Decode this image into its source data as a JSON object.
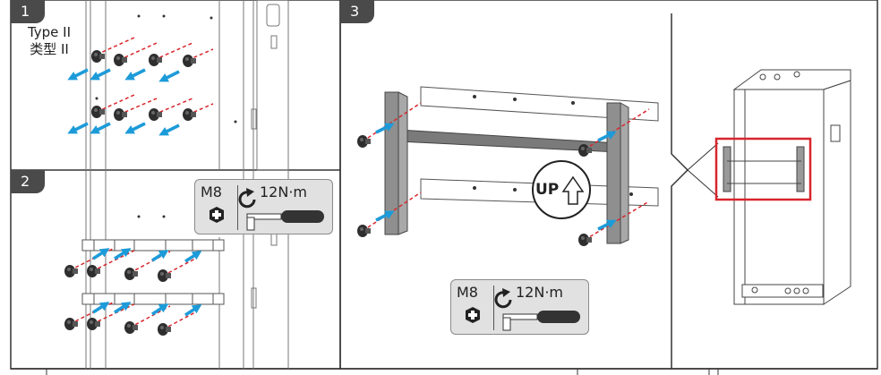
{
  "steps": {
    "step1": {
      "number": "1",
      "type_en": "Type II",
      "type_zh": "类型 II"
    },
    "step2": {
      "number": "2"
    },
    "step3": {
      "number": "3"
    }
  },
  "torque": {
    "bolt_size": "M8",
    "torque_value": "12N·m",
    "drive_icon": "phillips-plus-icon",
    "tool_icon": "torque-wrench-icon",
    "rotation_icon": "clockwise-arrow-icon"
  },
  "up_marker": {
    "label": "UP",
    "icon": "up-arrow-icon"
  },
  "colors": {
    "arrow": "#1d9bd9",
    "dashed_line": "#d8262c",
    "highlight_box": "#d8262c",
    "bracket": "#8f8f8f",
    "frame": "#333333"
  }
}
